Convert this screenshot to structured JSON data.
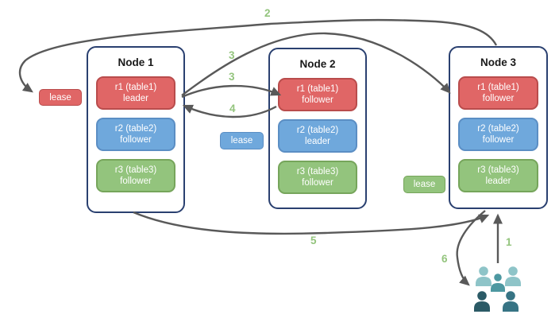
{
  "nodes": [
    {
      "title": "Node 1",
      "replicas": [
        {
          "name": "r1 (table1)",
          "role": "leader",
          "color": "red"
        },
        {
          "name": "r2 (table2)",
          "role": "follower",
          "color": "blue"
        },
        {
          "name": "r3 (table3)",
          "role": "follower",
          "color": "green"
        }
      ]
    },
    {
      "title": "Node 2",
      "replicas": [
        {
          "name": "r1 (table1)",
          "role": "follower",
          "color": "red"
        },
        {
          "name": "r2 (table2)",
          "role": "leader",
          "color": "blue"
        },
        {
          "name": "r3 (table3)",
          "role": "follower",
          "color": "green"
        }
      ]
    },
    {
      "title": "Node 3",
      "replicas": [
        {
          "name": "r1 (table1)",
          "role": "follower",
          "color": "red"
        },
        {
          "name": "r2 (table2)",
          "role": "follower",
          "color": "blue"
        },
        {
          "name": "r3 (table3)",
          "role": "leader",
          "color": "green"
        }
      ]
    }
  ],
  "leases": [
    {
      "label": "lease",
      "color": "red"
    },
    {
      "label": "lease",
      "color": "blue"
    },
    {
      "label": "lease",
      "color": "green"
    }
  ],
  "step_labels": {
    "step1": "1",
    "step2": "2",
    "step3a": "3",
    "step3b": "3",
    "step4": "4",
    "step5": "5",
    "step6": "6"
  },
  "icons": {
    "users_group": "users-group-icon"
  },
  "colors": {
    "replica_red": "#e06666",
    "replica_blue": "#6fa8dc",
    "replica_green": "#93c47d",
    "node_border": "#2a4070",
    "arrow": "#595959",
    "step_label": "#93c47d",
    "users_light_teal": "#8ec4c8",
    "users_medium_teal": "#4d98a1",
    "users_dark_left": "#2b5a66",
    "users_dark_right": "#377484"
  }
}
